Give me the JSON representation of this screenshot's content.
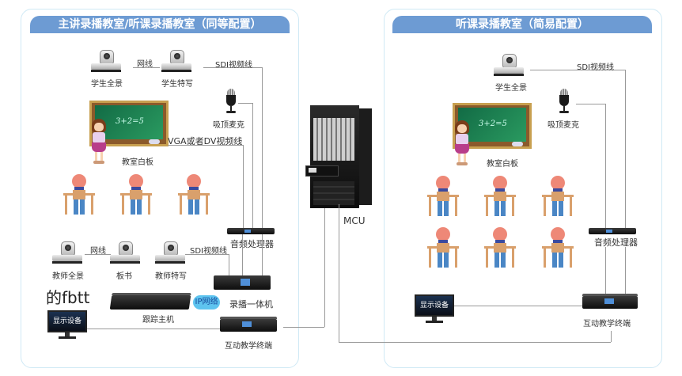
{
  "left_room": {
    "title": "主讲录播教室/听课录播教室（同等配置）",
    "student_panorama_cam": "学生全景",
    "student_closeup_cam": "学生特写",
    "network_cable_top": "网线",
    "sdi_cable_top": "SDI视频线",
    "ceiling_mic": "吸顶麦克",
    "whiteboard": "教室白板",
    "board_text": "3+2=5",
    "vga_dv_cable": "VGA或者DV视频线",
    "teacher_panorama_cam": "教师全景",
    "board_writing_cam": "板书",
    "teacher_closeup_cam": "教师特写",
    "network_cable_bottom": "网线",
    "sdi_cable_bottom": "SDI视频线",
    "audio_processor": "音频处理器",
    "recording_unit": "录播一体机",
    "tracking_host": "跟踪主机",
    "ip_network": "IP网络",
    "display": "显示设备",
    "interactive_terminal": "互动教学终端",
    "stray_text": "的fbtt"
  },
  "center": {
    "mcu_label": "MCU"
  },
  "right_room": {
    "title": "听课录播教室（简易配置）",
    "student_panorama_cam": "学生全景",
    "sdi_cable": "SDI视频线",
    "ceiling_mic": "吸顶麦克",
    "whiteboard": "教室白板",
    "board_text": "3+2=5",
    "audio_processor": "音频处理器",
    "display": "显示设备",
    "interactive_terminal": "互动教学终端"
  },
  "colors": {
    "header_bg": "#6d9bd3",
    "panel_border": "#cfe9f5",
    "wire": "#999999"
  }
}
